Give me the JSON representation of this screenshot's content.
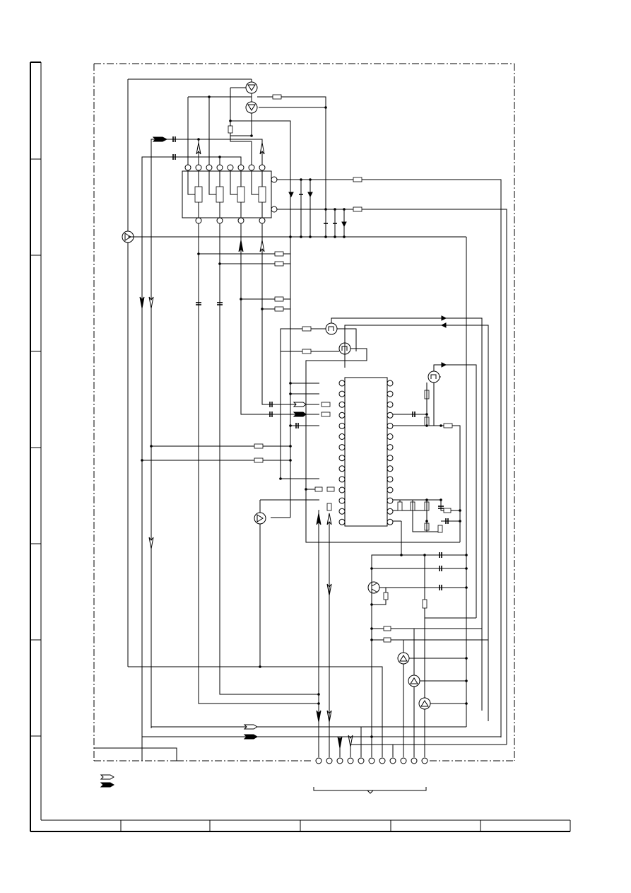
{
  "document": {
    "type": "schematic-diagram-sheet",
    "text_labels": [],
    "legend": {
      "items": [
        {
          "symbol": "white-signal-arrow",
          "label": ""
        },
        {
          "symbol": "black-signal-arrow",
          "label": ""
        }
      ]
    },
    "title_block": {
      "cells": [
        "",
        "",
        "",
        "",
        "",
        ""
      ]
    },
    "zone_markers": [
      "",
      "",
      "",
      "",
      "",
      "",
      "",
      ""
    ]
  }
}
